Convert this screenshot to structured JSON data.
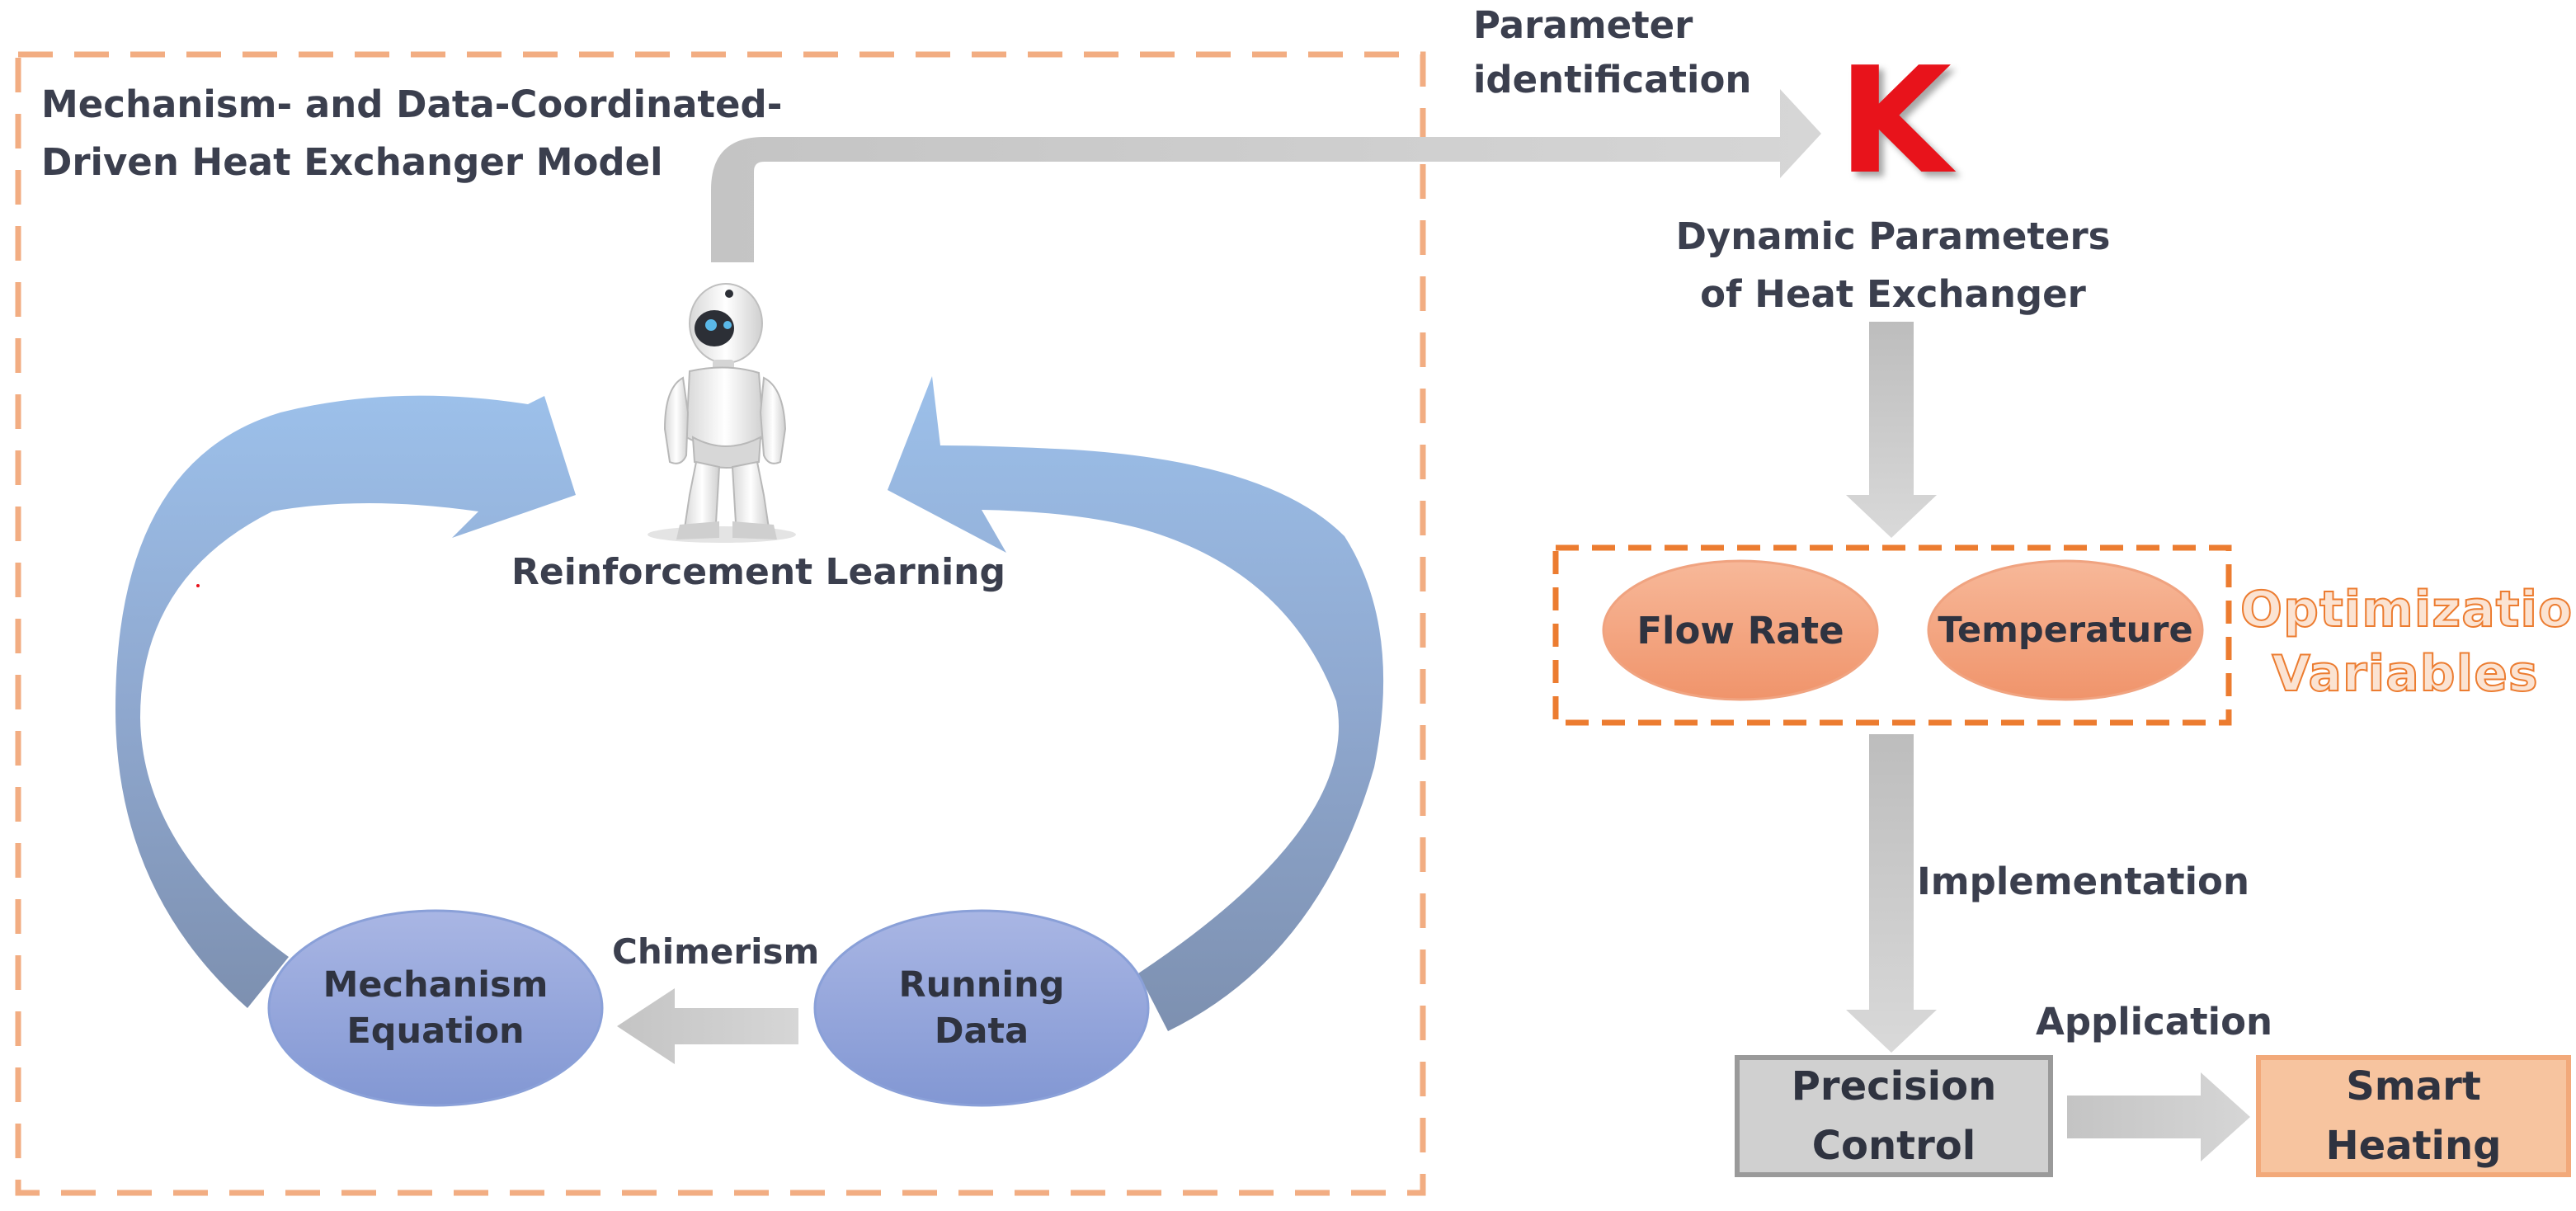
{
  "model_title": [
    "Mechanism- and Data-Coordinated-",
    "Driven Heat Exchanger Model"
  ],
  "parameter_identification": [
    "Parameter",
    "identification"
  ],
  "k_symbol": "K",
  "dynamic_parameters": [
    "Dynamic Parameters",
    "of Heat Exchanger"
  ],
  "reinforcement_learning": "Reinforcement Learning",
  "chimerism": "Chimerism",
  "mechanism_equation": [
    "Mechanism",
    "Equation"
  ],
  "running_data": [
    "Running",
    "Data"
  ],
  "flow_rate": "Flow Rate",
  "temperature": "Temperature",
  "optimization_variables": [
    "Optimization",
    "Variables"
  ],
  "implementation": "Implementation",
  "application": "Application",
  "precision_control": [
    "Precision",
    "Control"
  ],
  "smart_heating": [
    "Smart",
    "Heating"
  ],
  "colors": {
    "dashed_outer": "#f2ad82",
    "dashed_opt": "#ec7c30",
    "gray_arrow": "#c8c8c8",
    "blue_arrow": "#8fb2df",
    "ellipse_blue": "#94a6dc",
    "ellipse_orange": "#f3a07a",
    "k_red": "#e8131b",
    "smart_heating_fill": "#f7c49f"
  }
}
